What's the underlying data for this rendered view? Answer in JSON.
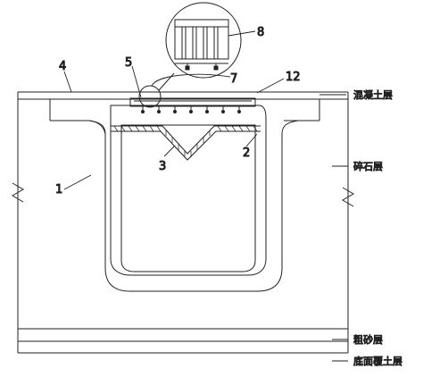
{
  "labels": {
    "n1": "1",
    "n2": "2",
    "n3": "3",
    "n4": "4",
    "n5": "5",
    "n7": "7",
    "n8": "8",
    "n12": "12"
  },
  "layers": {
    "concrete": "混凝土层",
    "gravel": "碎石层",
    "coarse_sand": "粗砂层",
    "bottom_soil": "底面覆土层"
  }
}
